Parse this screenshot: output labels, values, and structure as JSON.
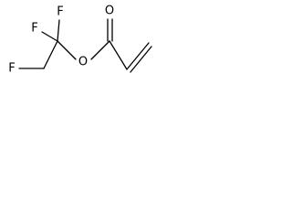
{
  "molecule": {
    "atoms": {
      "f_top": "F",
      "f_left": "F",
      "f_bottom": "F",
      "o_ester": "O",
      "o_carbonyl": "O"
    }
  },
  "colors": {
    "bond": "#000000",
    "label": "#000000",
    "background": "#ffffff"
  }
}
